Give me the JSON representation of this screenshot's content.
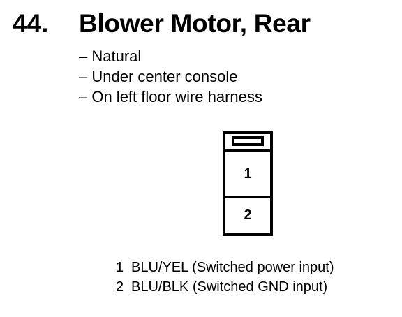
{
  "heading": {
    "number": "44.",
    "title": "Blower Motor, Rear"
  },
  "notes": [
    "– Natural",
    "– Under center console",
    "– On left floor wire harness"
  ],
  "connector": {
    "cavity_labels": [
      "1",
      "2"
    ]
  },
  "pins": [
    {
      "number": "1",
      "description": "BLU/YEL (Switched power input)"
    },
    {
      "number": "2",
      "description": "BLU/BLK (Switched GND input)"
    }
  ]
}
